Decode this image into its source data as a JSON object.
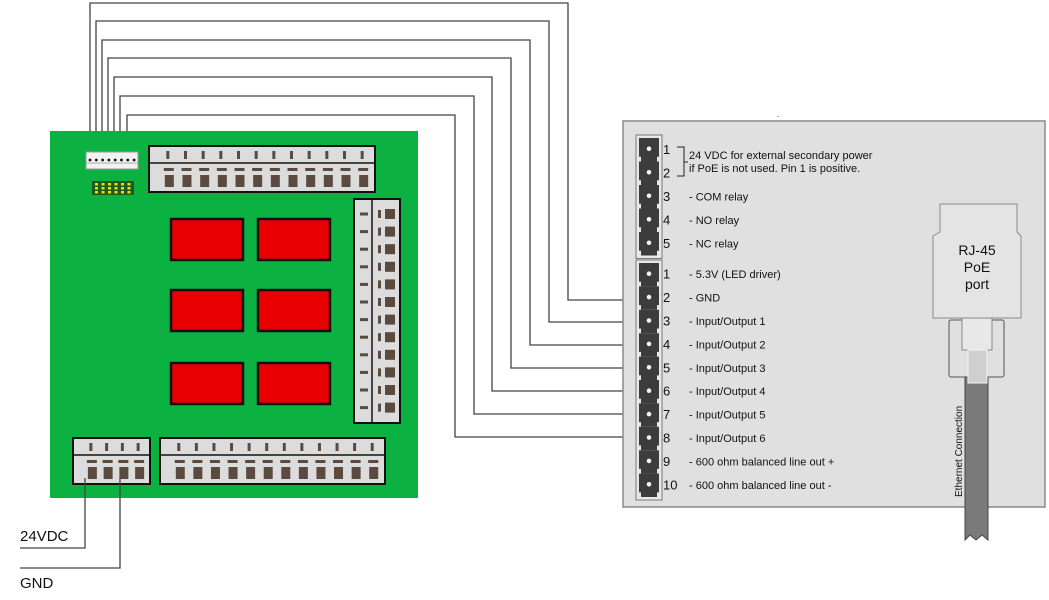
{
  "colors": {
    "board": "#0bb242",
    "relay": "#e80000",
    "terminal_fill": "#dcdcdc",
    "pin": "#5a4a40",
    "panel": "#e0e0e0",
    "panel_border": "#888888",
    "connector": "#3c3c3c",
    "wire": "#444444",
    "cable": "#7a7a7a"
  },
  "board": {
    "relay_count": 6,
    "top_terminal_pins": 12,
    "right_terminal_pins": 12,
    "bottom_left_terminal_pins": 4,
    "bottom_right_terminal_pins": 12,
    "header_pins": 8
  },
  "power_labels": {
    "vdc": "24VDC",
    "gnd": "GND"
  },
  "device": {
    "upper_connector": {
      "bracket_note_line1": "24 VDC for external secondary power",
      "bracket_note_line2": "if PoE is not used. Pin 1 is positive.",
      "pins": [
        {
          "num": "1",
          "label": ""
        },
        {
          "num": "2",
          "label": ""
        },
        {
          "num": "3",
          "label": "- COM relay"
        },
        {
          "num": "4",
          "label": "- NO relay"
        },
        {
          "num": "5",
          "label": "- NC relay"
        }
      ]
    },
    "lower_connector": {
      "pins": [
        {
          "num": "1",
          "label": "- 5.3V (LED driver)"
        },
        {
          "num": "2",
          "label": "- GND"
        },
        {
          "num": "3",
          "label": "- Input/Output 1"
        },
        {
          "num": "4",
          "label": "- Input/Output 2"
        },
        {
          "num": "5",
          "label": "- Input/Output 3"
        },
        {
          "num": "6",
          "label": "- Input/Output 4"
        },
        {
          "num": "7",
          "label": "- Input/Output 5"
        },
        {
          "num": "8",
          "label": "- Input/Output 6"
        },
        {
          "num": "9",
          "label": "- 600 ohm balanced line out +"
        },
        {
          "num": "10",
          "label": "- 600 ohm balanced line out -"
        }
      ]
    },
    "rj45": {
      "line1": "RJ-45",
      "line2": "PoE",
      "line3": "port"
    },
    "cable_label": "Ethernet Connection"
  },
  "wiring": {
    "connected_lower_pins": [
      "2",
      "3",
      "4",
      "5",
      "6",
      "7",
      "8"
    ]
  }
}
